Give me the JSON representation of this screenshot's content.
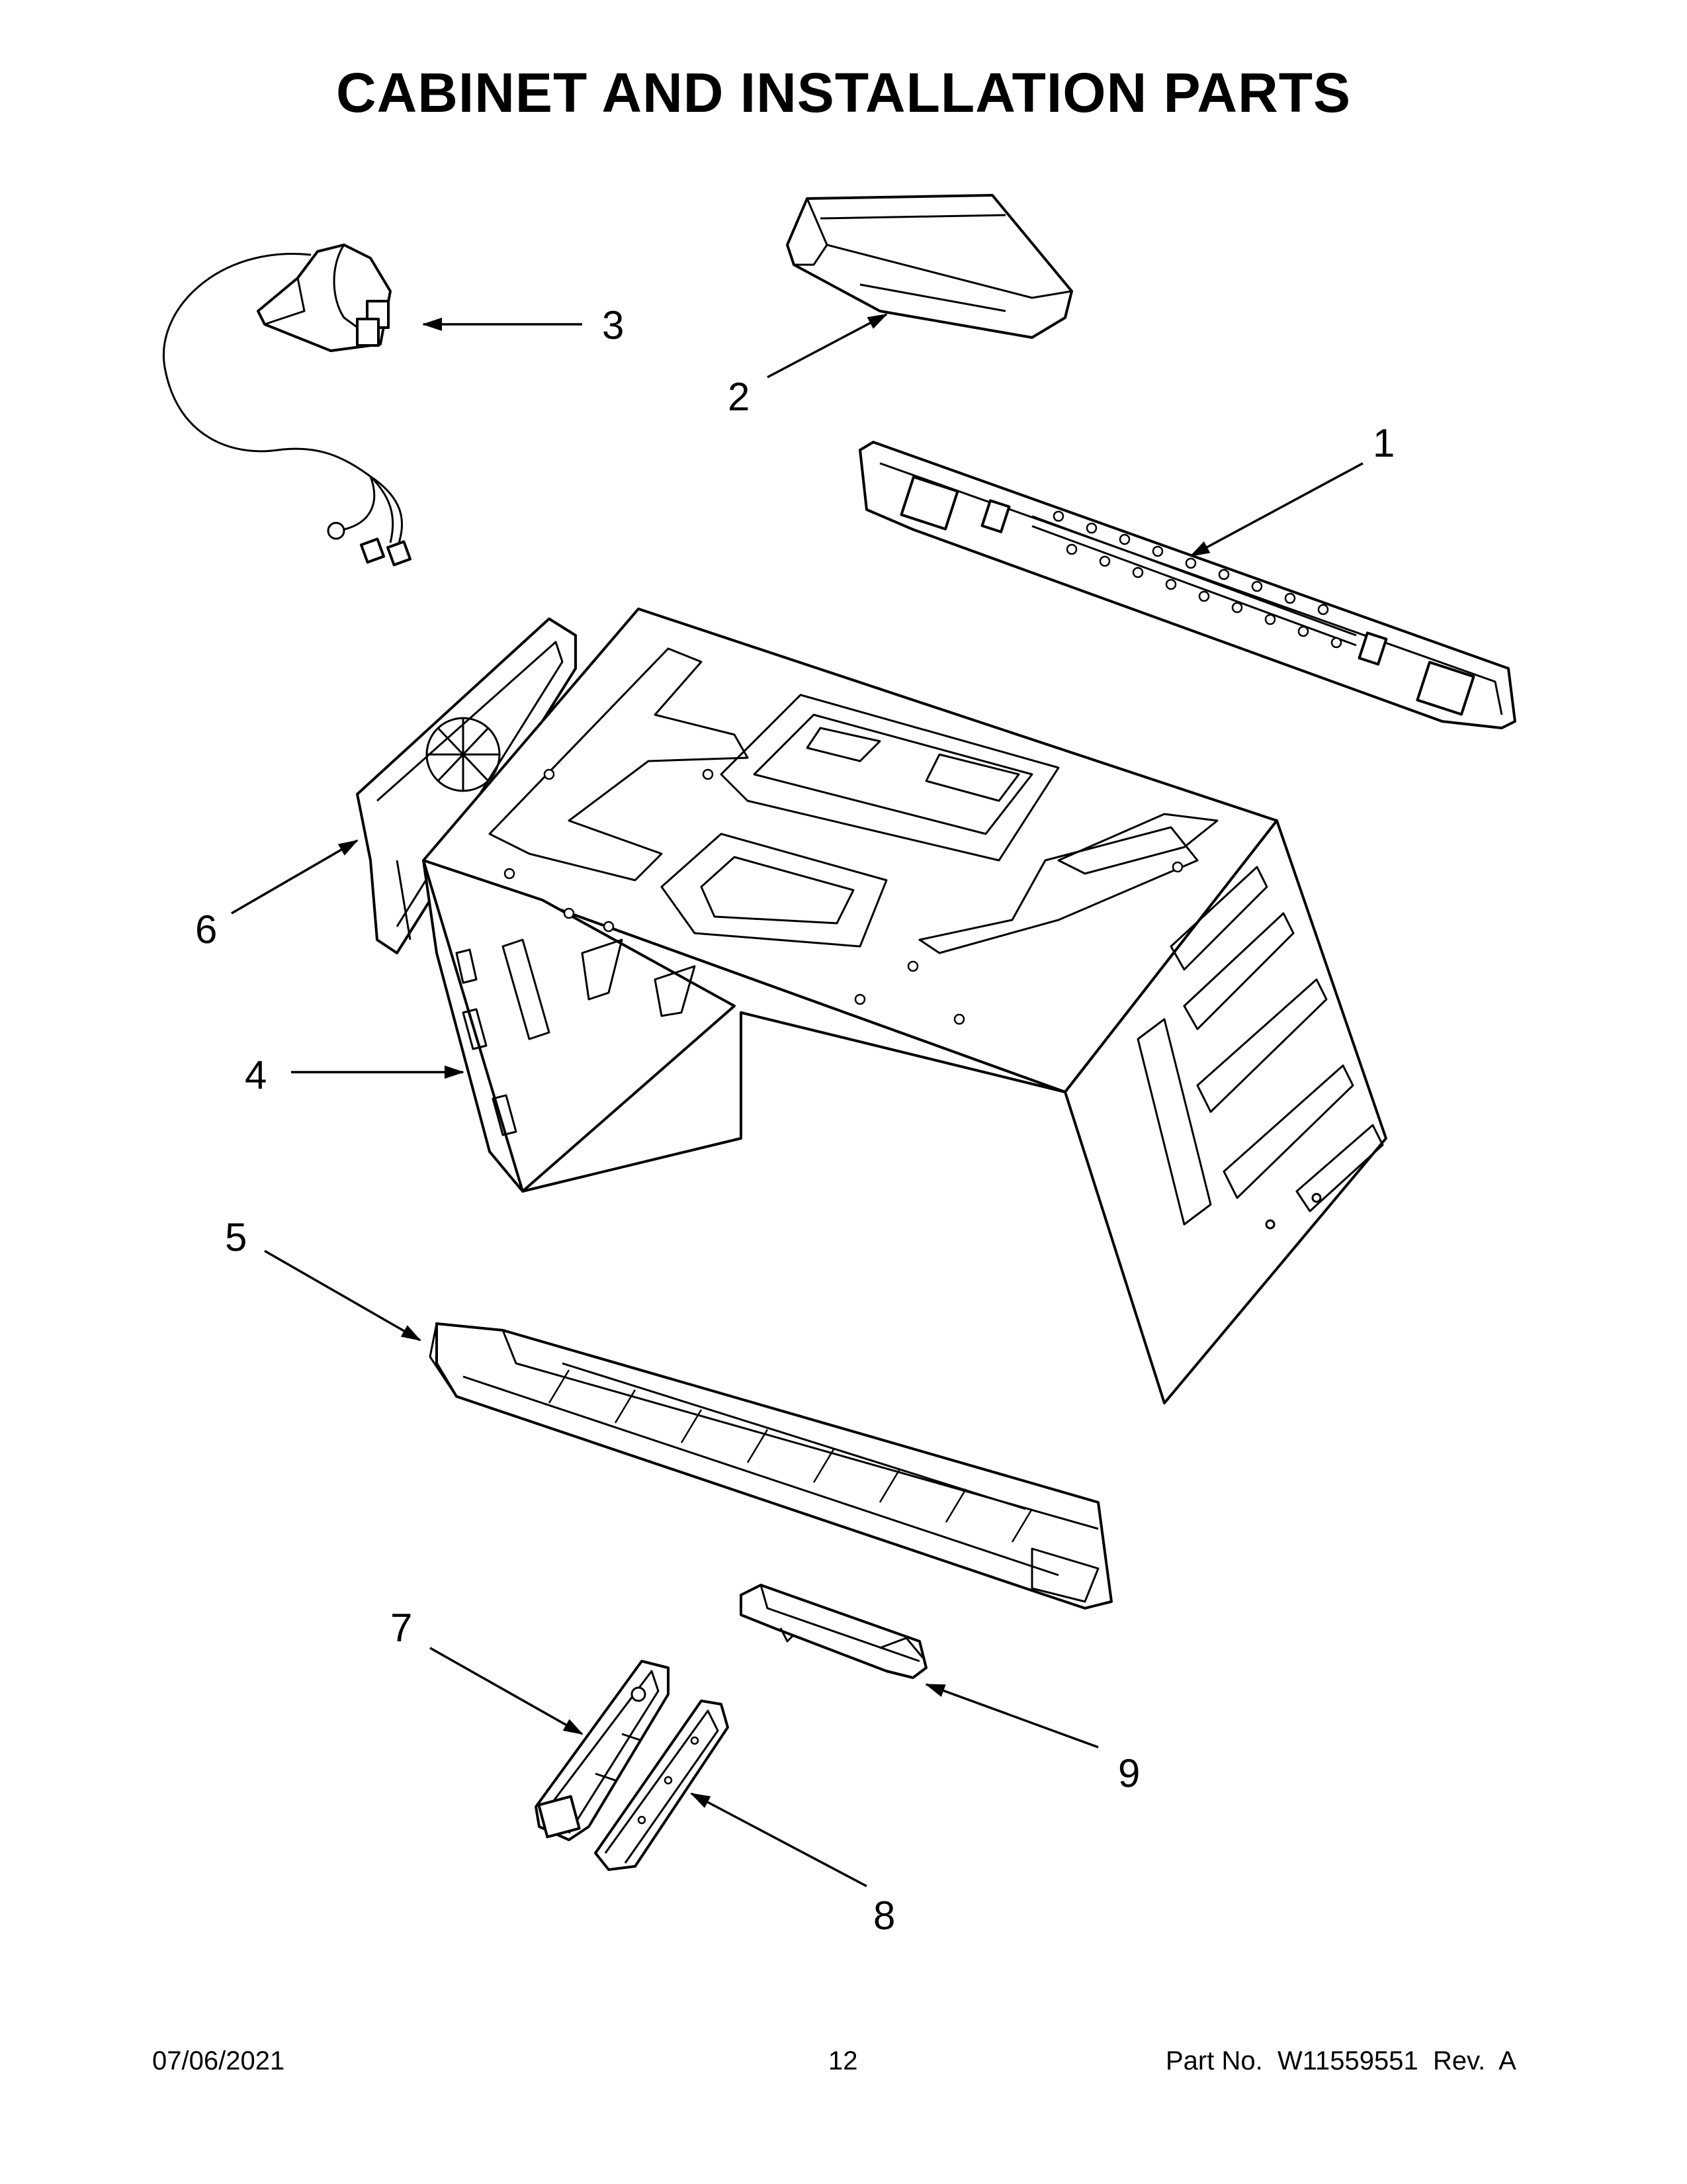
{
  "title": "CABINET AND INSTALLATION PARTS",
  "callouts": [
    "1",
    "2",
    "3",
    "4",
    "5",
    "6",
    "7",
    "8",
    "9"
  ],
  "footer": {
    "date": "07/06/2021",
    "page": "12",
    "part_label": "Part No.",
    "part_number": "W11559551",
    "rev": "Rev.  A"
  }
}
